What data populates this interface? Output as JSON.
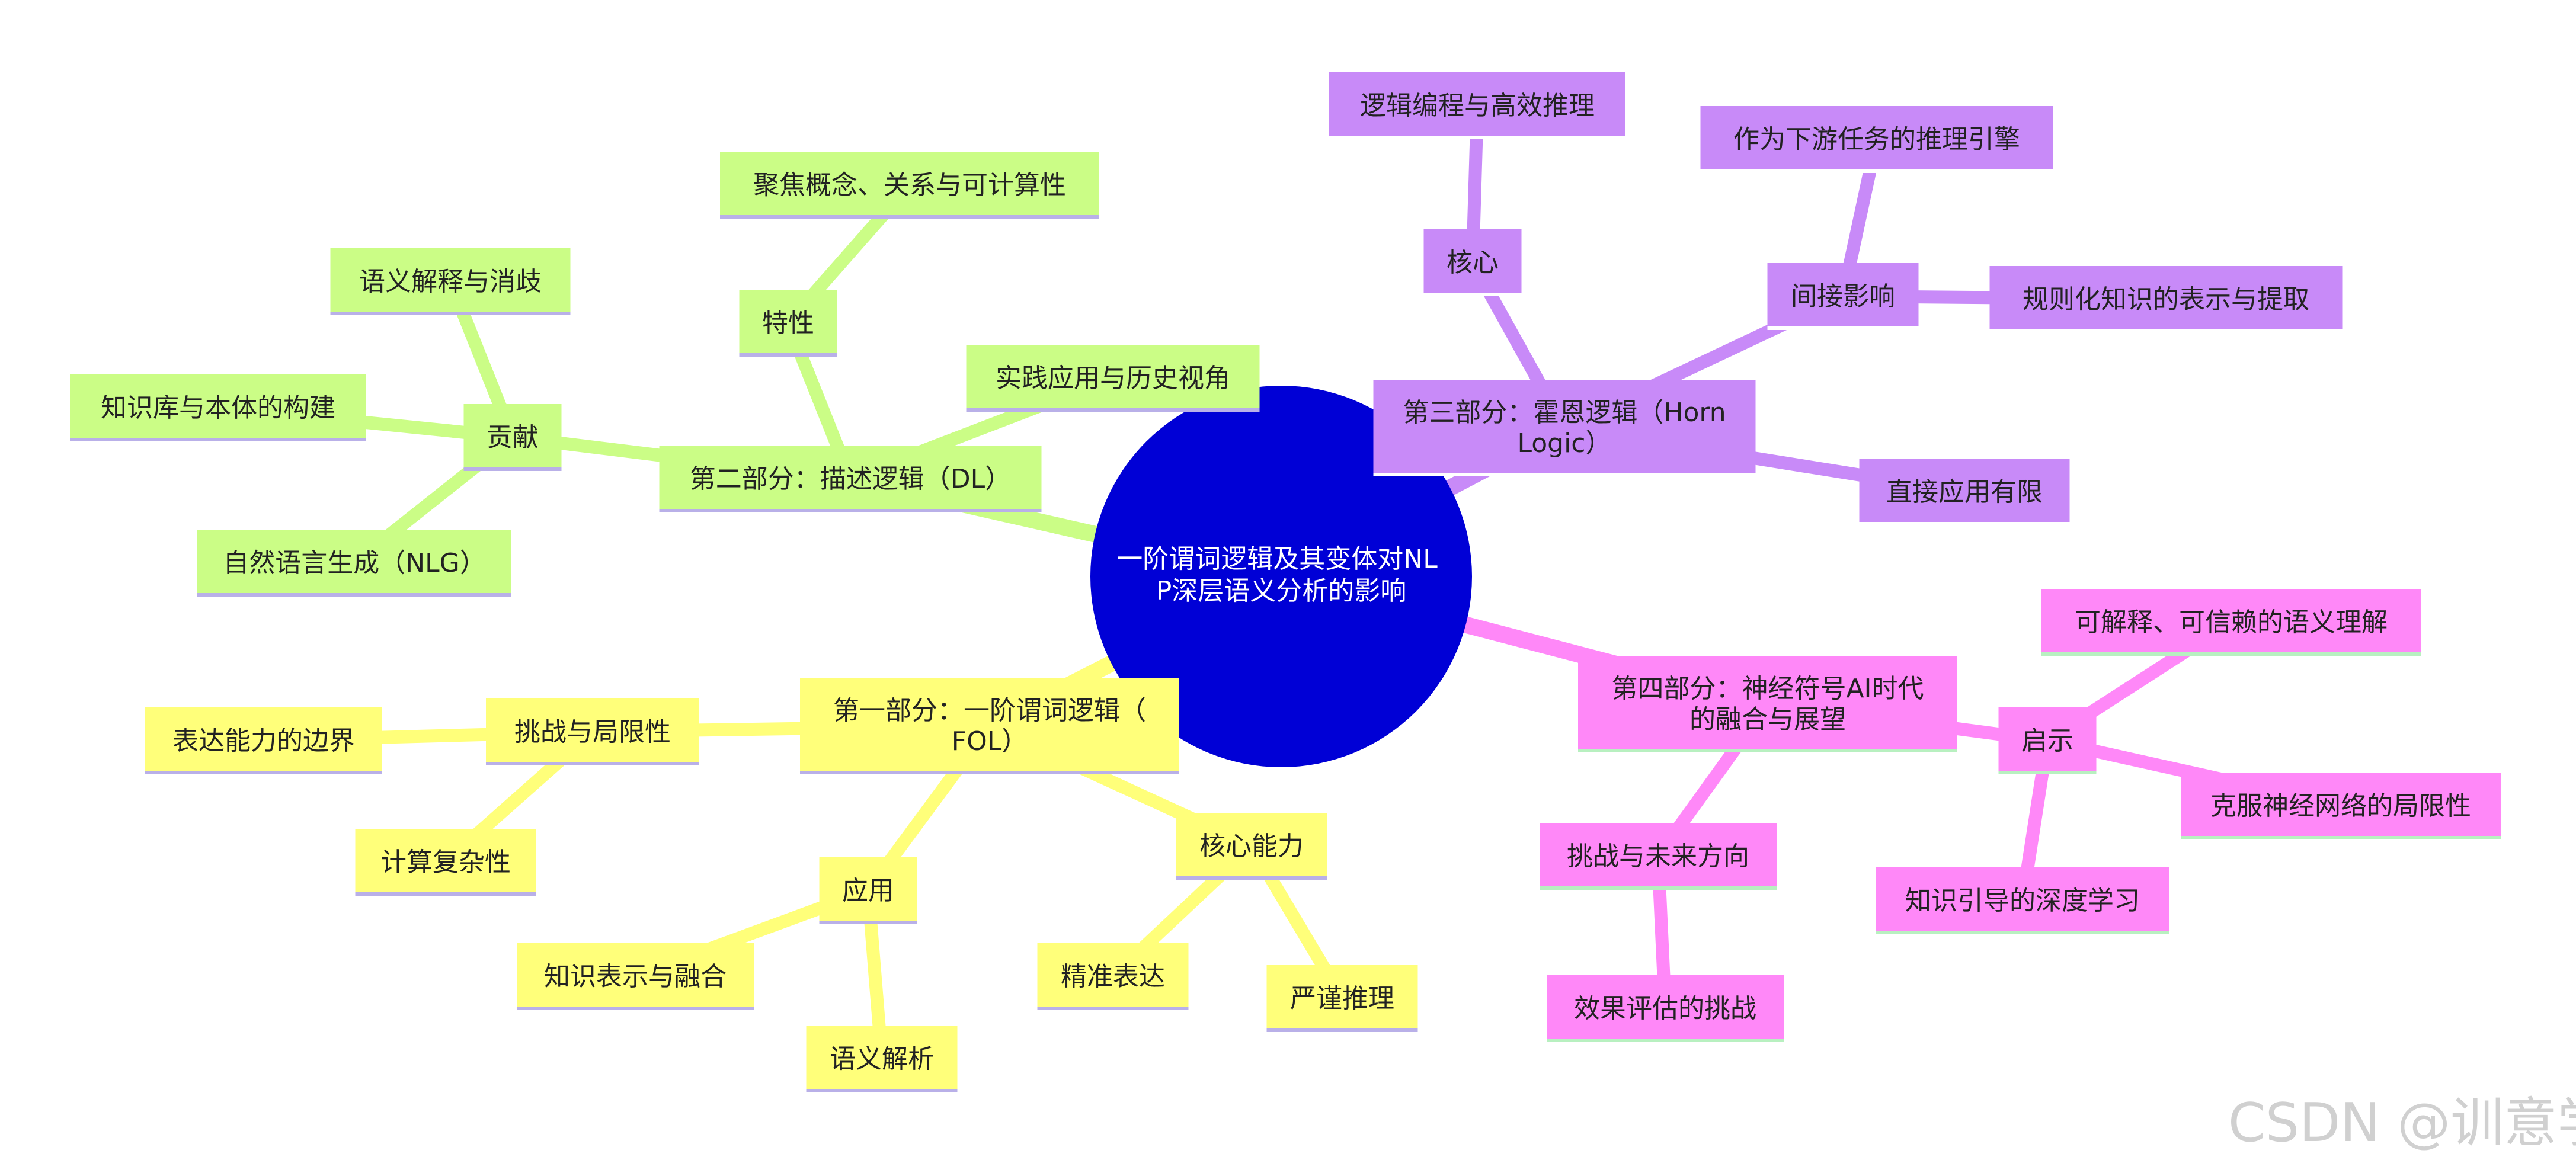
{
  "root": {
    "lines": [
      "一阶谓词逻辑及其变体对NL",
      "P深层语义分析的影响"
    ],
    "color": "#0000d6"
  },
  "branches": [
    {
      "color": "#cbfd86",
      "underline": "#b9b0e8",
      "nodes": [
        {
          "id": "dl",
          "lines": [
            "第二部分：描述逻辑（DL）"
          ],
          "parent": "root"
        },
        {
          "id": "dl-traits",
          "lines": [
            "特性"
          ],
          "parent": "dl"
        },
        {
          "id": "dl-traits-1",
          "lines": [
            "聚焦概念、关系与可计算性"
          ],
          "parent": "dl-traits"
        },
        {
          "id": "dl-contrib",
          "lines": [
            "贡献"
          ],
          "parent": "dl"
        },
        {
          "id": "dl-contrib-1",
          "lines": [
            "语义解释与消歧"
          ],
          "parent": "dl-contrib"
        },
        {
          "id": "dl-contrib-2",
          "lines": [
            "知识库与本体的构建"
          ],
          "parent": "dl-contrib"
        },
        {
          "id": "dl-contrib-3",
          "lines": [
            "自然语言生成（NLG）"
          ],
          "parent": "dl-contrib"
        },
        {
          "id": "dl-practice",
          "lines": [
            "实践应用与历史视角"
          ],
          "parent": "dl"
        }
      ]
    },
    {
      "color": "#ffff7a",
      "underline": "#b9b0e8",
      "nodes": [
        {
          "id": "fol",
          "lines": [
            "第一部分：一阶谓词逻辑（",
            "FOL）"
          ],
          "parent": "root"
        },
        {
          "id": "fol-chal",
          "lines": [
            "挑战与局限性"
          ],
          "parent": "fol"
        },
        {
          "id": "fol-chal-1",
          "lines": [
            "表达能力的边界"
          ],
          "parent": "fol-chal"
        },
        {
          "id": "fol-chal-2",
          "lines": [
            "计算复杂性"
          ],
          "parent": "fol-chal"
        },
        {
          "id": "fol-app",
          "lines": [
            "应用"
          ],
          "parent": "fol"
        },
        {
          "id": "fol-app-1",
          "lines": [
            "知识表示与融合"
          ],
          "parent": "fol-app"
        },
        {
          "id": "fol-app-2",
          "lines": [
            "语义解析"
          ],
          "parent": "fol-app"
        },
        {
          "id": "fol-core",
          "lines": [
            "核心能力"
          ],
          "parent": "fol"
        },
        {
          "id": "fol-core-1",
          "lines": [
            "精准表达"
          ],
          "parent": "fol-core"
        },
        {
          "id": "fol-core-2",
          "lines": [
            "严谨推理"
          ],
          "parent": "fol-core"
        }
      ]
    },
    {
      "color": "#c88af8",
      "underline": "#ffffff",
      "nodes": [
        {
          "id": "horn",
          "lines": [
            "第三部分：霍恩逻辑（Horn",
            "Logic）"
          ],
          "parent": "root"
        },
        {
          "id": "horn-core",
          "lines": [
            "核心"
          ],
          "parent": "horn"
        },
        {
          "id": "horn-core-1",
          "lines": [
            "逻辑编程与高效推理"
          ],
          "parent": "horn-core"
        },
        {
          "id": "horn-ind",
          "lines": [
            "间接影响"
          ],
          "parent": "horn"
        },
        {
          "id": "horn-ind-1",
          "lines": [
            "作为下游任务的推理引擎"
          ],
          "parent": "horn-ind"
        },
        {
          "id": "horn-ind-2",
          "lines": [
            "规则化知识的表示与提取"
          ],
          "parent": "horn-ind"
        },
        {
          "id": "horn-direct",
          "lines": [
            "直接应用有限"
          ],
          "parent": "horn"
        }
      ]
    },
    {
      "color": "#ff88f8",
      "underline": "#b8f0c0",
      "nodes": [
        {
          "id": "ns",
          "lines": [
            "第四部分：神经符号AI时代",
            "的融合与展望"
          ],
          "parent": "root"
        },
        {
          "id": "ns-insight",
          "lines": [
            "启示"
          ],
          "parent": "ns"
        },
        {
          "id": "ns-insight-1",
          "lines": [
            "可解释、可信赖的语义理解"
          ],
          "parent": "ns-insight"
        },
        {
          "id": "ns-insight-2",
          "lines": [
            "克服神经网络的局限性"
          ],
          "parent": "ns-insight"
        },
        {
          "id": "ns-insight-3",
          "lines": [
            "知识引导的深度学习"
          ],
          "parent": "ns-insight"
        },
        {
          "id": "ns-chal",
          "lines": [
            "挑战与未来方向"
          ],
          "parent": "ns"
        },
        {
          "id": "ns-chal-1",
          "lines": [
            "效果评估的挑战"
          ],
          "parent": "ns-chal"
        }
      ]
    }
  ],
  "watermark": "CSDN @训意学"
}
